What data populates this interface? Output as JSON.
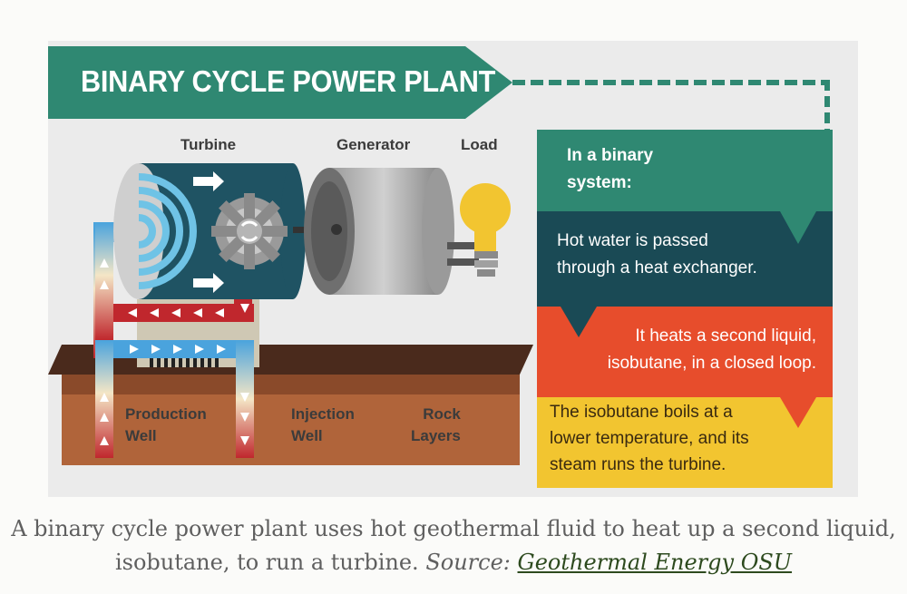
{
  "title": "BINARY CYCLE POWER PLANT",
  "labels": {
    "turbine": "Turbine",
    "generator": "Generator",
    "load": "Load",
    "production_well_1": "Production",
    "production_well_2": "Well",
    "injection_well_1": "Injection",
    "injection_well_2": "Well",
    "rock_layers_1": "Rock",
    "rock_layers_2": "Layers"
  },
  "panel": {
    "intro_1": "In a binary",
    "intro_2": "system:",
    "step1_1": "Hot water is passed",
    "step1_2": "through a heat exchanger.",
    "step2_1": "It heats a second liquid,",
    "step2_2": "isobutane, in a closed loop.",
    "step3_1": "The isobutane boils at a",
    "step3_2": "lower temperature, and its",
    "step3_3": "steam runs the turbine."
  },
  "caption": {
    "text": "A binary cycle power plant uses hot geothermal fluid to heat up a second liquid, isobutane, to run a turbine.",
    "source_label": "Source:",
    "source_link": "Geothermal Energy OSU"
  },
  "colors": {
    "teal": "#2f8872",
    "dark_teal": "#1a4a55",
    "orange": "#e74d2c",
    "yellow": "#f2c530",
    "hot_red": "#c0272d",
    "cold_blue": "#4aa3dd",
    "soil": "#a8603a"
  }
}
